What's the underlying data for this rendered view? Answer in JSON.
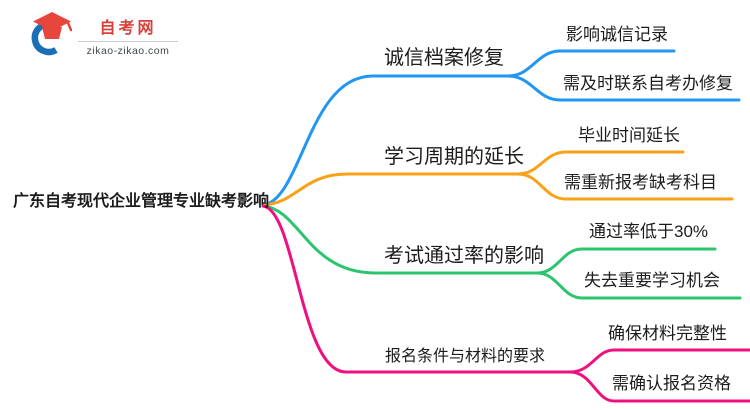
{
  "logo": {
    "site_name": "自考网",
    "site_url": "zikao-zikao.com",
    "brand_red": "#e8463c",
    "brand_blue": "#1a6fb5"
  },
  "mindmap": {
    "root": {
      "label": "广东自考现代企业管理专业缺考影响"
    },
    "branches": [
      {
        "label": "诚信档案修复",
        "color": "#2196f3",
        "children": [
          {
            "label": "影响诚信记录"
          },
          {
            "label": "需及时联系自考办修复"
          }
        ]
      },
      {
        "label": "学习周期的延长",
        "color": "#f7a219",
        "children": [
          {
            "label": "毕业时间延长"
          },
          {
            "label": "需重新报考缺考科目"
          }
        ]
      },
      {
        "label": "考试通过率的影响",
        "color": "#2bc46f",
        "children": [
          {
            "label": "通过率低于30%"
          },
          {
            "label": "失去重要学习机会"
          }
        ]
      },
      {
        "label": "报名条件与材料的要求",
        "color": "#ef0f7e",
        "children": [
          {
            "label": "确保材料完整性"
          },
          {
            "label": "需确认报名资格"
          }
        ]
      }
    ]
  }
}
